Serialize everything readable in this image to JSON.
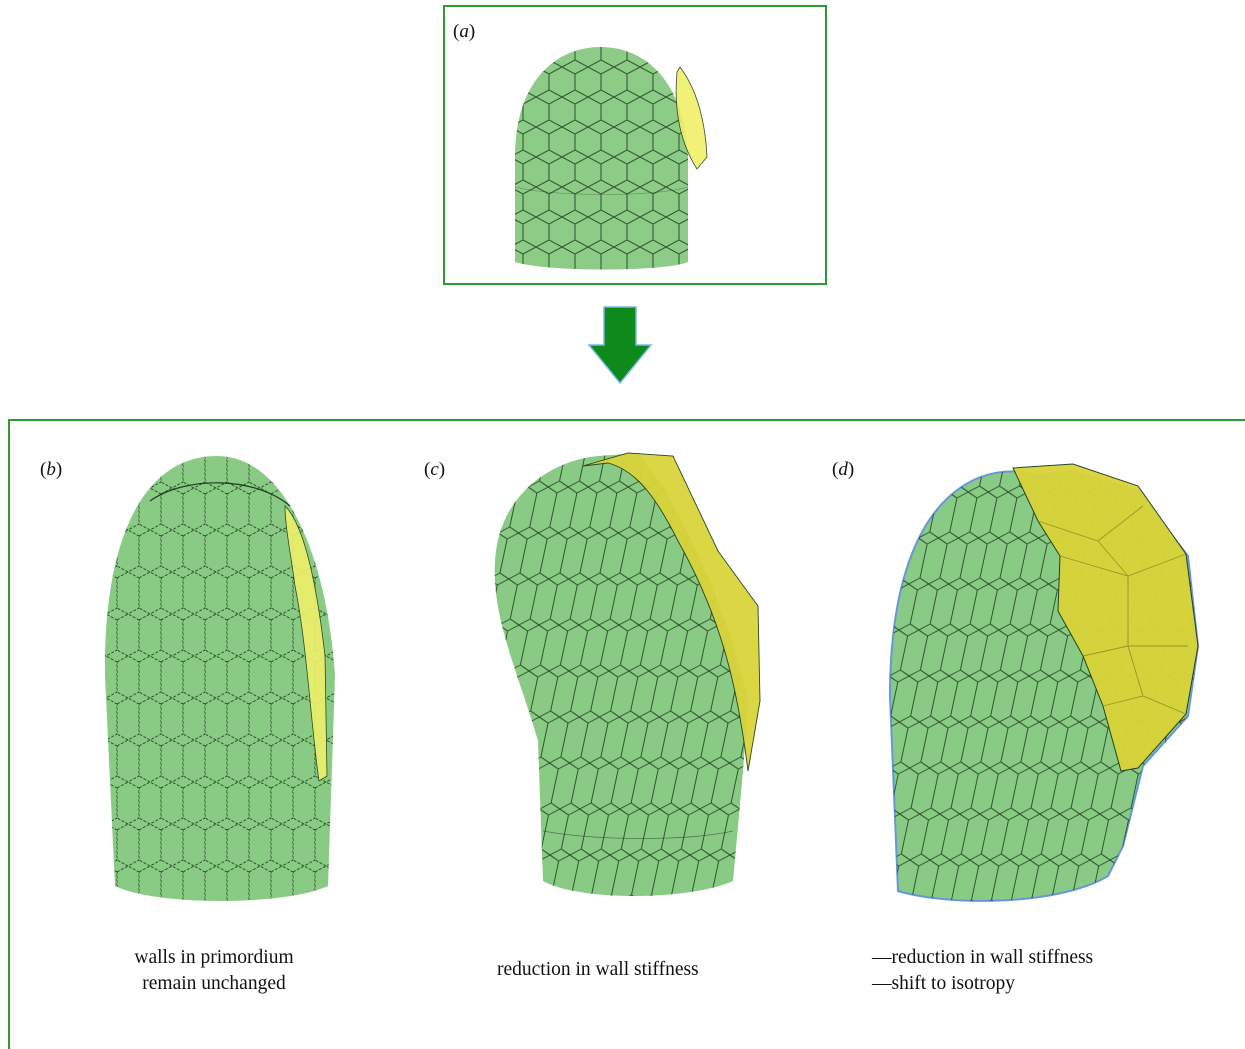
{
  "colors": {
    "frame": "#2f9a2f",
    "tissue": "#7fc77a",
    "tissue_dark": "#5da65a",
    "primordium_soft": "#f0f06a",
    "primordium_stiff": "#d9d43a",
    "cell_wall": "#1f3d1f",
    "outline_d": "#5a8fd6",
    "arrow": "#0d8a1a"
  },
  "panels": [
    {
      "open": "(",
      "letter": "a",
      "close": ")"
    },
    {
      "open": "(",
      "letter": "b",
      "close": ")",
      "caption": [
        "walls in primordium",
        "remain unchanged"
      ]
    },
    {
      "open": "(",
      "letter": "c",
      "close": ")",
      "caption": [
        "reduction in wall stiffness"
      ]
    },
    {
      "open": "(",
      "letter": "d",
      "close": ")",
      "caption": [
        "—reduction in wall stiffness",
        "—shift to isotropy"
      ]
    }
  ],
  "icons": {
    "transition": "down-arrow-icon"
  }
}
